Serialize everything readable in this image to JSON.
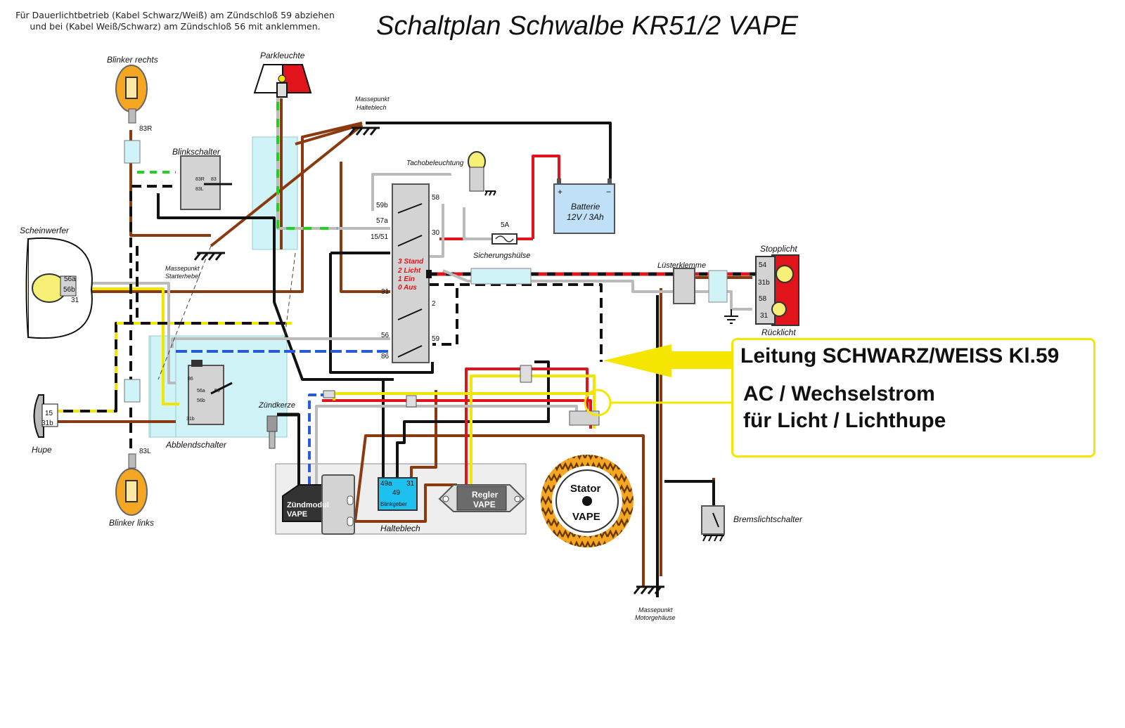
{
  "note": {
    "line1": "Für Dauerlichtbetrieb (Kabel Schwarz/Weiß) am Zündschloß 59 abziehen",
    "line2": "und bei (Kabel Weiß/Schwarz) am Zündschloß 56 mit anklemmen."
  },
  "title": "Schaltplan Schwalbe KR51/2 VAPE",
  "callout": {
    "heading": "Leitung SCHWARZ/WEISS Kl.59",
    "line1": "AC / Wechselstrom",
    "line2": "für Licht / Lichthupe"
  },
  "labels": {
    "blinker_rechts": "Blinker rechts",
    "blinker_links": "Blinker links",
    "parkleuchte": "Parkleuchte",
    "massepunkt_halteblech_1": "Massepunkt",
    "massepunkt_halteblech_2": "Halteblech",
    "blinkschalter": "Blinkschalter",
    "tachobeleuchtung": "Tachobeleuchtung",
    "scheinwerfer": "Scheinwerfer",
    "massepunkt_starter_1": "Massepunkt",
    "massepunkt_starter_2": "Starterhebel",
    "batterie_1": "Batterie",
    "batterie_2": "12V / 3Ah",
    "batt_plus": "+",
    "batt_minus": "−",
    "fuse_rating": "5A",
    "sicherungshulse": "Sicherungshülse",
    "lusterklemme": "Lüsterklemme",
    "stopplicht": "Stopplicht",
    "rucklicht": "Rücklicht",
    "hupe": "Hupe",
    "abblendschalter": "Abblendschalter",
    "zundkerze": "Zündkerze",
    "zundmodul_1": "Zündmodul",
    "zundmodul_2": "VAPE",
    "blinkgeber": "Blinkgeber",
    "regler_1": "Regler",
    "regler_2": "VAPE",
    "halteblech": "Halteblech",
    "stator_1": "Stator",
    "stator_2": "VAPE",
    "bremslichtschalter": "Bremslichtschalter",
    "massepunkt_motor_1": "Massepunkt",
    "massepunkt_motor_2": "Motorgehäuse"
  },
  "terminals": {
    "t83r": "83R",
    "t83l": "83L",
    "t56a": "56a",
    "t56b": "56b",
    "t31": "31",
    "t59b": "59b",
    "t57a": "57a",
    "t1551": "15/51",
    "t31b_sw": "31",
    "t56": "56",
    "t86": "86",
    "t58": "58",
    "t30": "30",
    "t2": "2",
    "t59": "59",
    "t15": "15",
    "t31b": "31b",
    "t54": "54",
    "t31b_r": "31b",
    "t58_r": "58",
    "t31_r": "31",
    "t49a": "49a",
    "t49": "49",
    "t31_bg": "31",
    "bs_83r": "83R",
    "bs_83l": "83L",
    "bs_83": "83",
    "ab_86": "86",
    "ab_56a": "56a",
    "ab_56b": "56b",
    "ab_56": "56",
    "ab_31b": "31b"
  },
  "switch_positions": [
    "3 Stand",
    "2 Licht",
    "1 Ein",
    "0 Aus"
  ],
  "colors": {
    "brown": "#8b3a10",
    "black": "#111111",
    "red": "#e0141a",
    "yellow": "#f2e600",
    "green": "#1fd21f",
    "blue": "#2a5bd7",
    "grey": "#b0b0b0",
    "cyan_box": "#cff3f6",
    "bulb_orange": "#f5a623",
    "battery_blue": "#bfe0f7",
    "callout_border": "#f4e600"
  }
}
